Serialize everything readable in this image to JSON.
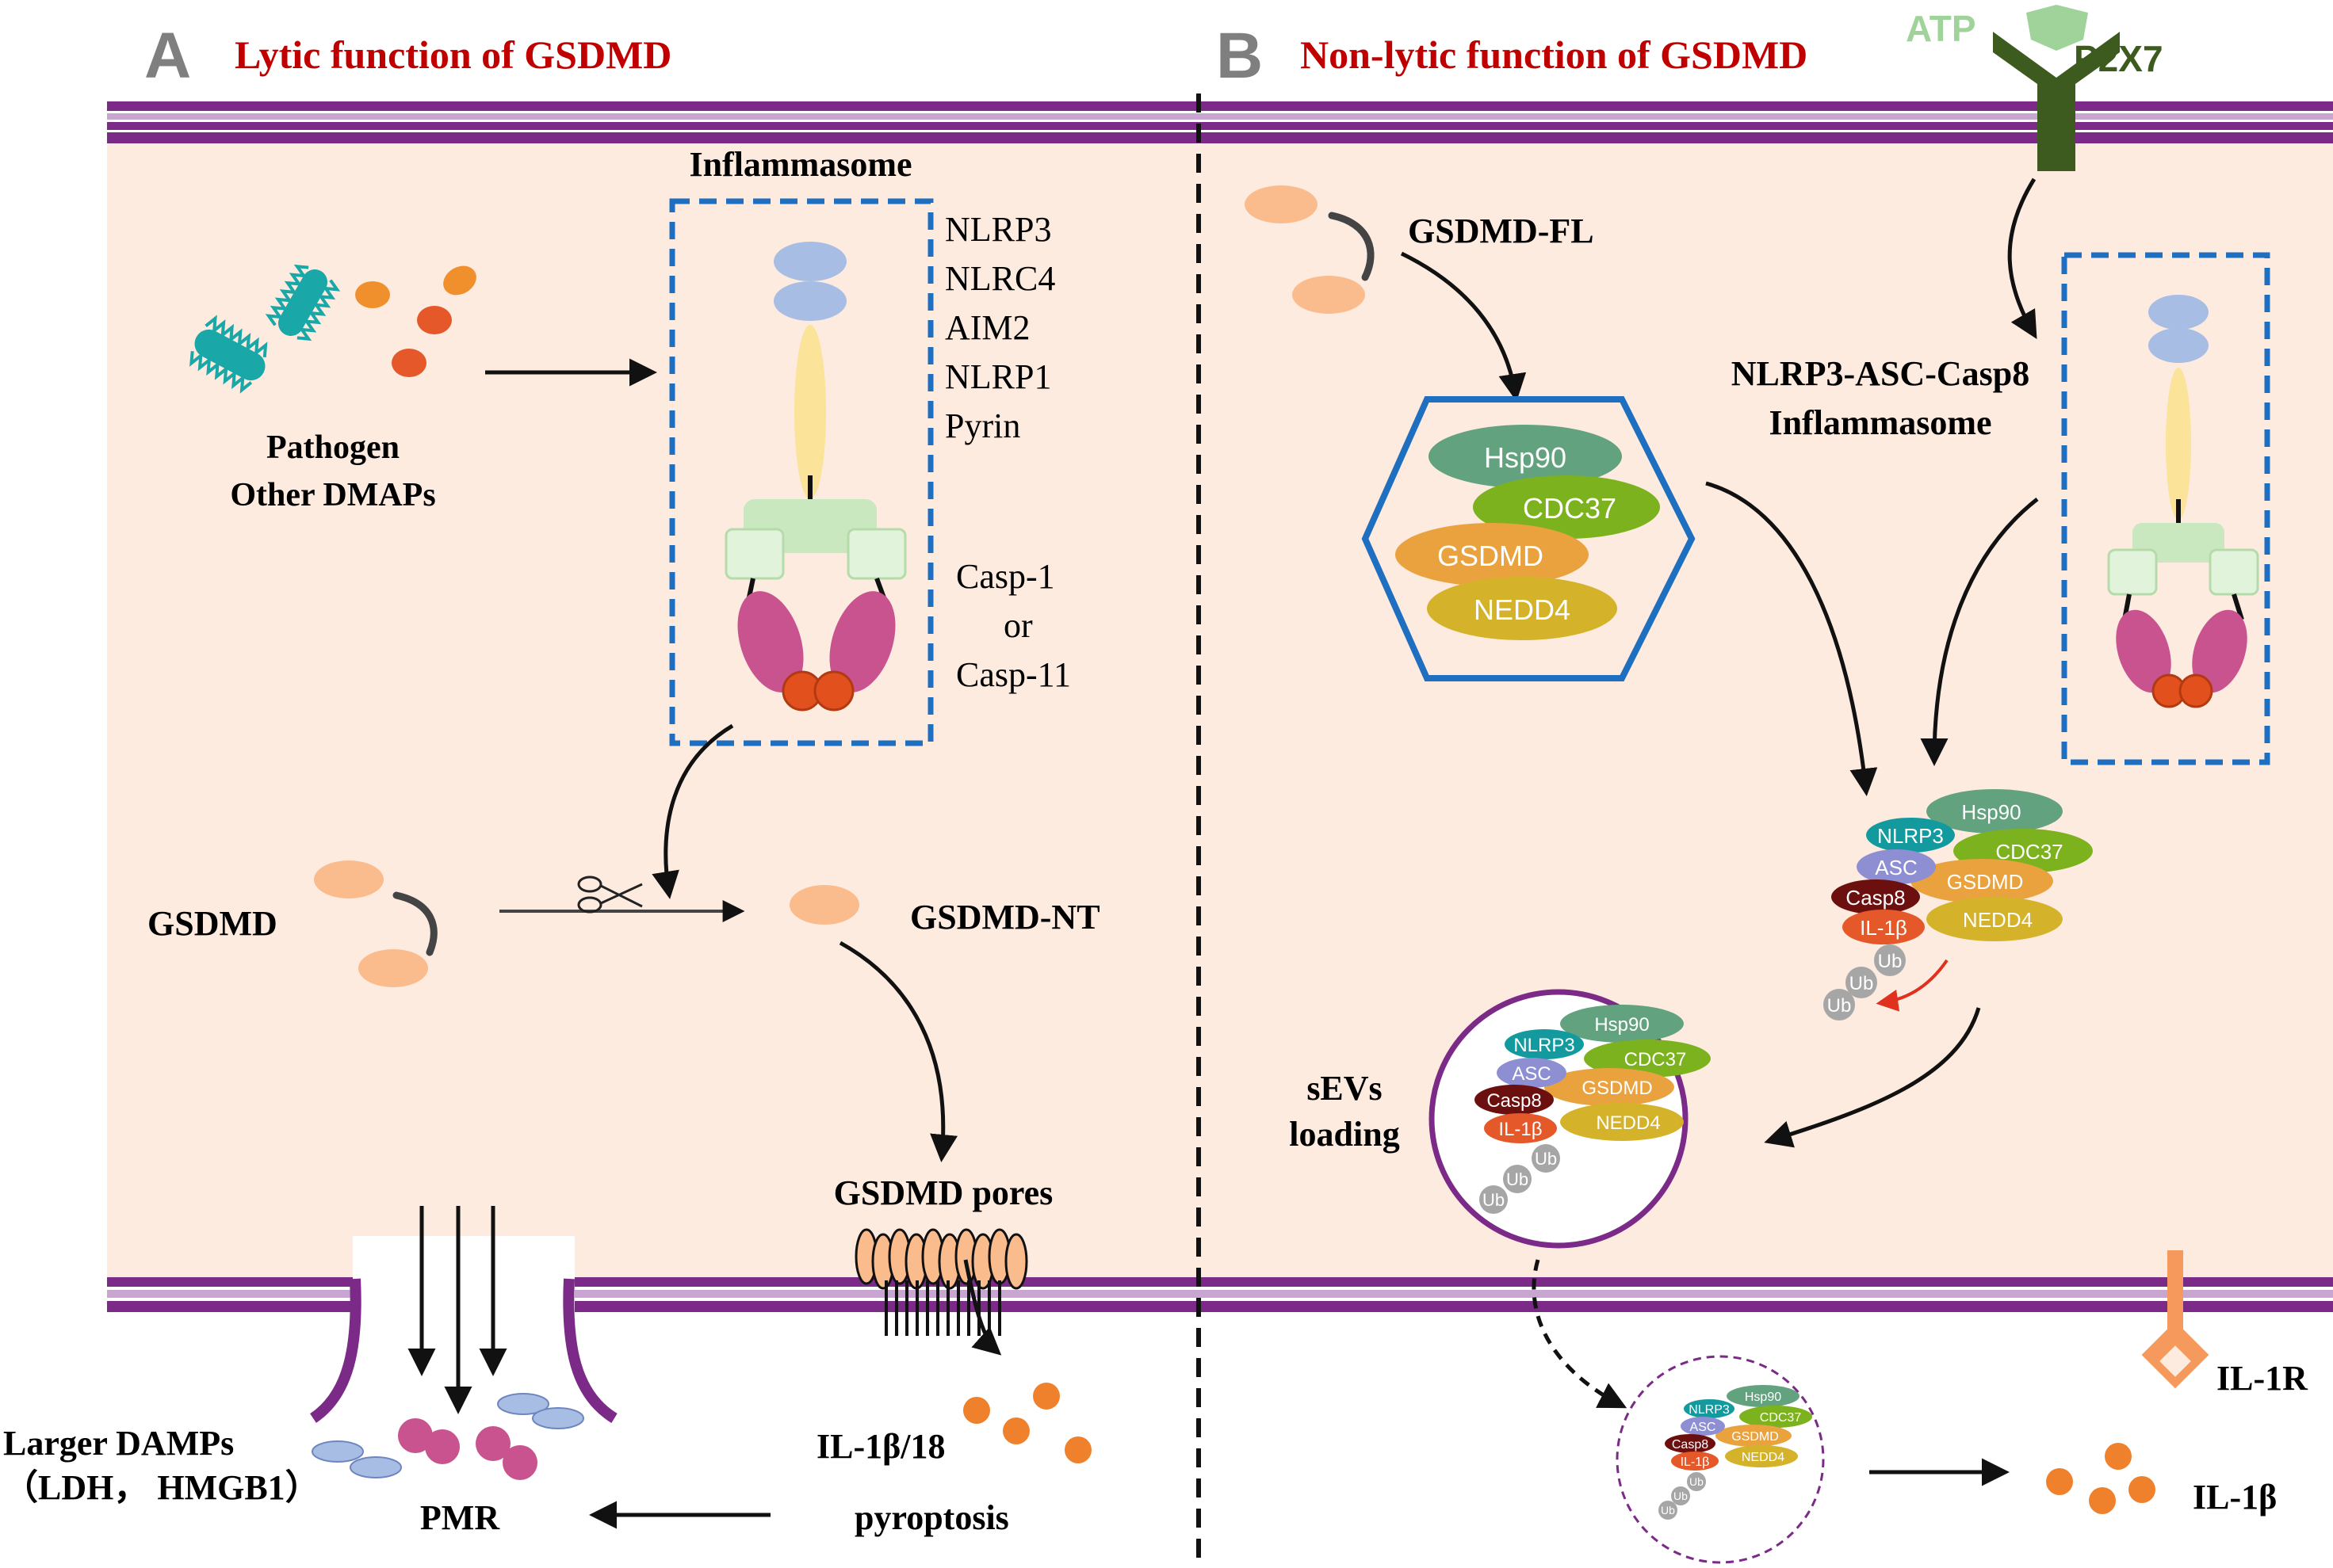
{
  "panel_a": {
    "letter": "A",
    "title": "Lytic function of GSDMD",
    "inflammasome_title": "Inflammasome",
    "sensors": [
      "NLRP3",
      "NLRC4",
      "AIM2",
      "NLRP1",
      "Pyrin"
    ],
    "caspases": [
      "Casp-1",
      "or",
      "Casp-11"
    ],
    "pathogen_label": [
      "Pathogen",
      "Other DMAPs"
    ],
    "gsdmd_label": "GSDMD",
    "gsdmd_nt_label": "GSDMD-NT",
    "pores_label": "GSDMD pores",
    "cytokine_label": "IL-1β/18",
    "pyroptosis_label": "pyroptosis",
    "pmr_label": "PMR",
    "damps_label": [
      "Larger DAMPs",
      "（LDH，  HMGB1）"
    ]
  },
  "panel_b": {
    "letter": "B",
    "title": "Non-lytic function of GSDMD",
    "atp_label": "ATP",
    "p2x7_label": "P2X7",
    "gsdmd_fl_label": "GSDMD-FL",
    "complex_labels": [
      "Hsp90",
      "CDC37",
      "GSDMD",
      "NEDD4"
    ],
    "inflammasome_label": [
      "NLRP3-ASC-Casp8",
      "Inflammasome"
    ],
    "big_complex_labels": [
      "Hsp90",
      "NLRP3",
      "CDC37",
      "ASC",
      "GSDMD",
      "Casp8",
      "IL-1β",
      "NEDD4",
      "Ub",
      "Ub",
      "Ub"
    ],
    "sevs_label": [
      "sEVs",
      "loading"
    ],
    "il1r_label": "IL-1R",
    "il1b_label": "IL-1β"
  },
  "colors": {
    "membrane": "#7b2a87",
    "cytoplasm": "#fdebe0",
    "title_red": "#c00000",
    "inflammasome_box": "#1f6fc0",
    "hexagon": "#1f6fc0",
    "atp_green": "#9fd39a",
    "p2x7_green": "#3d5a1f"
  }
}
